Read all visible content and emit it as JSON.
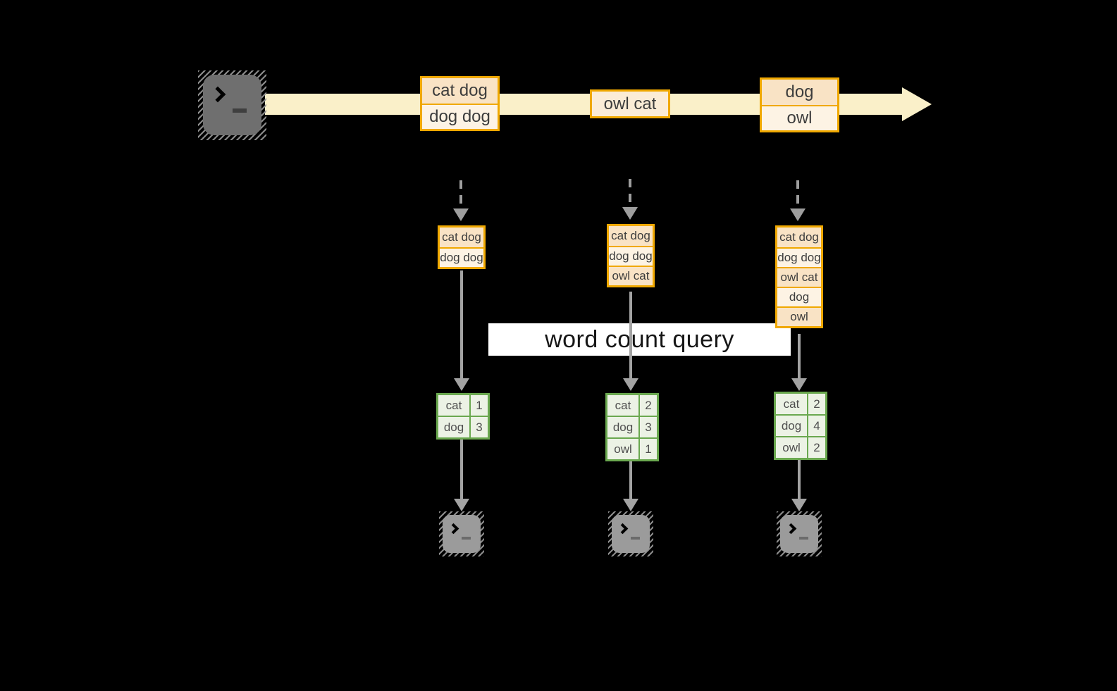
{
  "query": {
    "label": "word count query"
  },
  "stream": {
    "source_icon": "terminal-icon",
    "events": [
      {
        "lines": [
          "cat dog",
          "dog dog"
        ]
      },
      {
        "lines": [
          "owl cat"
        ]
      },
      {
        "lines": [
          "dog",
          "owl"
        ]
      }
    ]
  },
  "columns": [
    {
      "state_rows": [
        "cat dog",
        "dog dog"
      ],
      "counts": [
        {
          "word": "cat",
          "count": "1"
        },
        {
          "word": "dog",
          "count": "3"
        }
      ],
      "sink_icon": "terminal-icon"
    },
    {
      "state_rows": [
        "cat dog",
        "dog dog",
        "owl cat"
      ],
      "counts": [
        {
          "word": "cat",
          "count": "2"
        },
        {
          "word": "dog",
          "count": "3"
        },
        {
          "word": "owl",
          "count": "1"
        }
      ],
      "sink_icon": "terminal-icon"
    },
    {
      "state_rows": [
        "cat dog",
        "dog dog",
        "owl cat",
        "dog",
        "owl"
      ],
      "counts": [
        {
          "word": "cat",
          "count": "2"
        },
        {
          "word": "dog",
          "count": "4"
        },
        {
          "word": "owl",
          "count": "2"
        }
      ],
      "sink_icon": "terminal-icon"
    }
  ],
  "colors": {
    "background": "#000000",
    "stream_band": "#faf0c9",
    "box_border": "#f0a800",
    "row_dark": "#f9e3c5",
    "row_light": "#fdf3e4",
    "arrow_gray": "#a3a3a3",
    "dashed_gray": "#9e9e9e",
    "green_border": "#6aa84f",
    "green_fill": "#ecf2e5",
    "terminal_dark": "#6f6f6f",
    "terminal_light": "#9b9b9b",
    "banner_bg": "#ffffff"
  }
}
